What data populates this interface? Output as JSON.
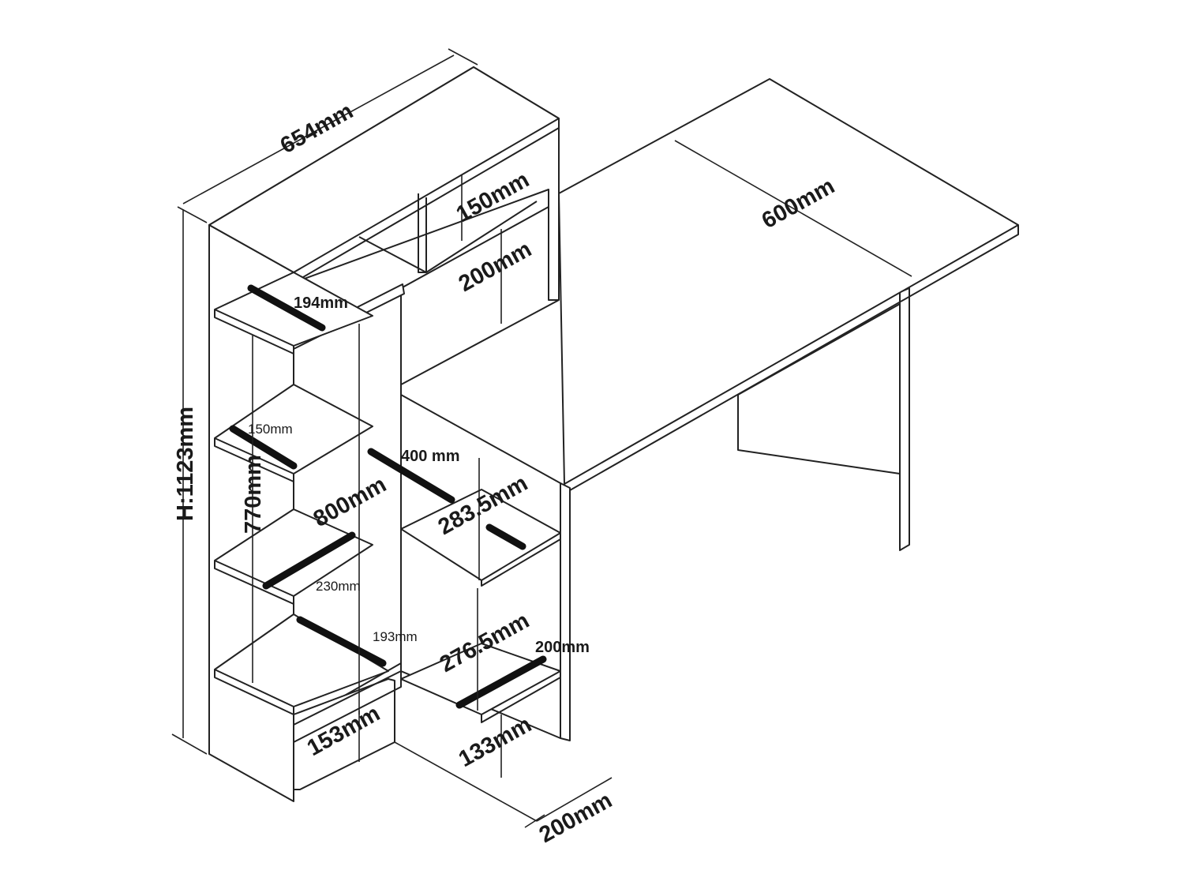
{
  "labels": {
    "total_width": "654mm",
    "desk_depth": "600mm",
    "top_shelf_height": "150mm",
    "upper_opening_height": "200mm",
    "shelf_a_depth": "194mm",
    "shelf_gap_a": "150mm",
    "total_height": "H:1123mm",
    "side_height": "770mm",
    "central_height": "800mm",
    "right_shelf_width": "400 mm",
    "right_upper_gap": "283.5mm",
    "shelf_b_depth": "230mm",
    "shelf_c_depth": "193mm",
    "right_lower_gap": "276.5mm",
    "right_shelf_depth": "200mm",
    "left_plinth": "153mm",
    "right_plinth": "133mm",
    "base_depth": "200mm"
  }
}
